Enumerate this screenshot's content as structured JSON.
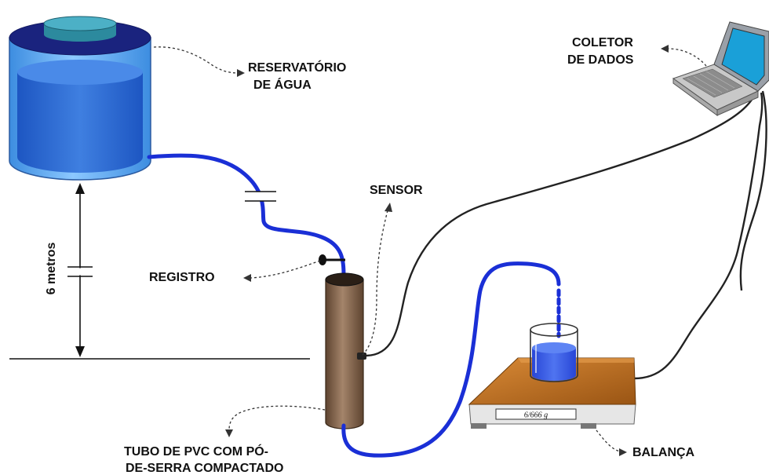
{
  "labels": {
    "reservoir": [
      "RESERVATÓRIO",
      "DE ÁGUA"
    ],
    "collector": [
      "COLETOR",
      "DE DADOS"
    ],
    "sensor": "SENSOR",
    "valve": "REGISTRO",
    "height": "6 metros",
    "scale": "BALANÇA",
    "tube": [
      "TUBO DE PVC COM PÓ-",
      "DE-SERRA COMPACTADO"
    ],
    "scale_display": "6/666 g"
  },
  "colors": {
    "water": "#1e5fd0",
    "hose": "#1a2fd6",
    "tank_body": "#6ab4f4",
    "tank_lid": "#1a237e",
    "pvc_tube": "#8b6a4e",
    "scale_top": "#b86a1e"
  },
  "icons": {
    "laptop": "laptop-icon",
    "tank": "water-tank-icon",
    "scale": "scale-icon",
    "beaker": "beaker-icon"
  }
}
